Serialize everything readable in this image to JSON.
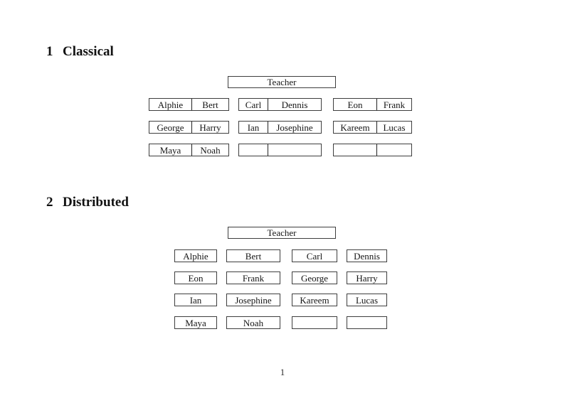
{
  "page": {
    "number_label": "1"
  },
  "classical": {
    "heading_number": "1",
    "heading_title": "Classical",
    "teacher_label": "Teacher",
    "rows": [
      {
        "d1": [
          "Alphie",
          "Bert"
        ],
        "d2": [
          "Carl",
          "Dennis"
        ],
        "d3": [
          "Eon",
          "Frank"
        ]
      },
      {
        "d1": [
          "George",
          "Harry"
        ],
        "d2": [
          "Ian",
          "Josephine"
        ],
        "d3": [
          "Kareem",
          "Lucas"
        ]
      },
      {
        "d1": [
          "Maya",
          "Noah"
        ],
        "d2": [
          "",
          ""
        ],
        "d3": [
          "",
          ""
        ]
      }
    ]
  },
  "distributed": {
    "heading_number": "2",
    "heading_title": "Distributed",
    "teacher_label": "Teacher",
    "rows": [
      [
        "Alphie",
        "Bert",
        "Carl",
        "Dennis"
      ],
      [
        "Eon",
        "Frank",
        "George",
        "Harry"
      ],
      [
        "Ian",
        "Josephine",
        "Kareem",
        "Lucas"
      ],
      [
        "Maya",
        "Noah",
        "",
        ""
      ]
    ]
  }
}
